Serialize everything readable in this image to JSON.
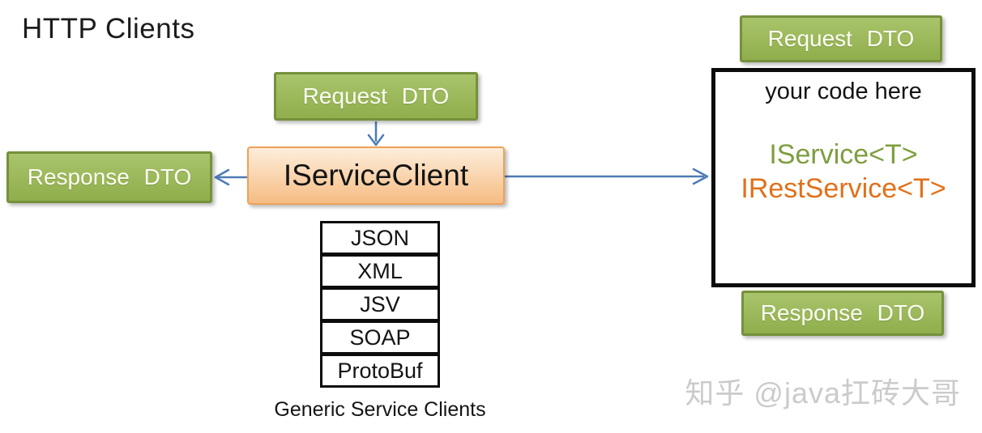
{
  "title": "HTTP Clients",
  "mid": {
    "request_dto": "Request DTO",
    "client": "IServiceClient",
    "response_dto": "Response DTO",
    "formats": [
      "JSON",
      "XML",
      "JSV",
      "SOAP",
      "ProtoBuf"
    ],
    "formats_caption": "Generic Service Clients"
  },
  "right": {
    "request_dto": "Request DTO",
    "code_box": {
      "caption": "your code here",
      "service": "IService<T>",
      "rest_service": "IRestService<T>"
    },
    "response_dto": "Response DTO"
  },
  "watermark": "知乎 @java扛砖大哥",
  "colors": {
    "green_fill": "#9bba5c",
    "green_border": "#75913c",
    "orange_fill_top": "#fdeedb",
    "orange_fill_bottom": "#f6bc83",
    "orange_border": "#eda158",
    "arrow_blue": "#4d7bb5",
    "service_green": "#7e9e3f",
    "rest_service_orange": "#e2701a",
    "box_border_black": "#0c0c0c",
    "watermark_gray": "#cbcbcb"
  }
}
